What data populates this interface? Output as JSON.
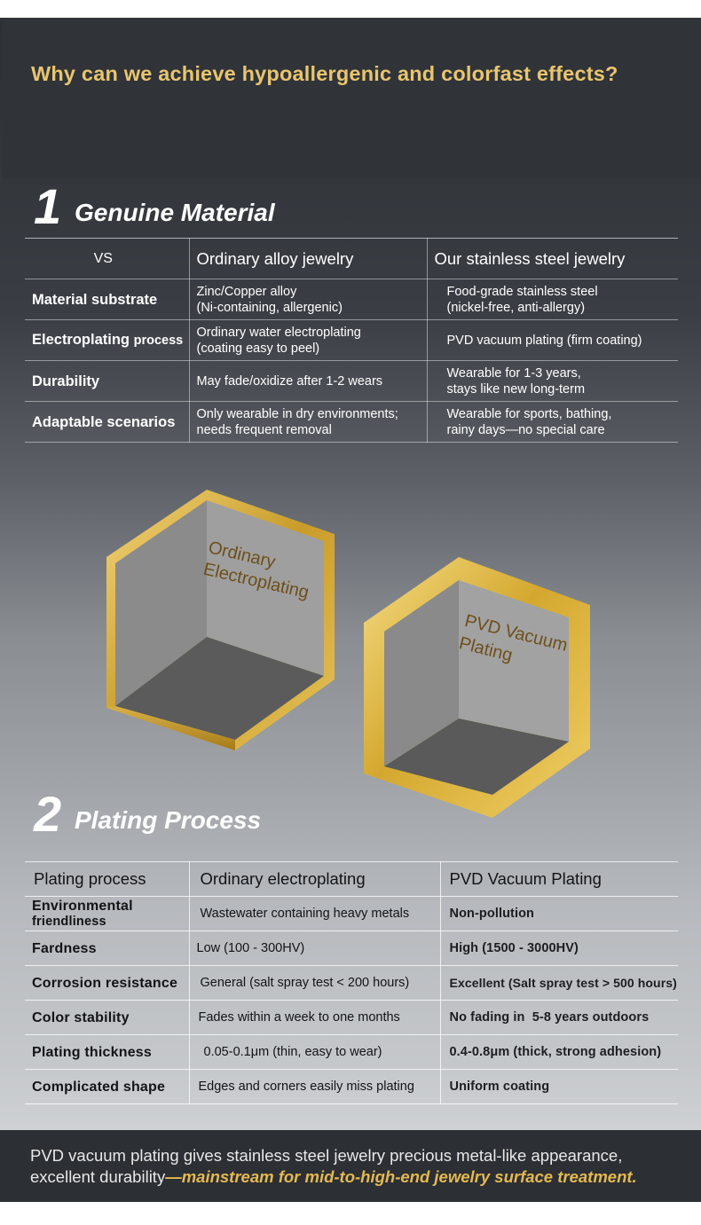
{
  "headline": "Why can we achieve hypoallergenic and colorfast effects?",
  "section1": {
    "number": "1",
    "title": "Genuine Material",
    "table": {
      "headers": [
        "VS",
        "Ordinary alloy jewelry",
        "Our stainless steel jewelry"
      ],
      "rows": [
        {
          "label": "Material substrate",
          "ordinary": [
            "Zinc/Copper alloy",
            "(Ni-containing, allergenic)"
          ],
          "ours": [
            "Food-grade stainless steel",
            "(nickel-free, anti-allergy)"
          ]
        },
        {
          "label": "Electroplating",
          "label_suffix": "process",
          "ordinary": [
            "Ordinary water electroplating",
            "(coating easy to peel)"
          ],
          "ours": [
            "PVD vacuum plating (firm coating)"
          ]
        },
        {
          "label": "Durability",
          "ordinary": [
            "May fade/oxidize after 1-2 wears"
          ],
          "ours": [
            "Wearable for 1-3 years,",
            "stays like new long-term"
          ]
        },
        {
          "label": "Adaptable scenarios",
          "ordinary": [
            "Only wearable in dry environments;",
            "needs frequent removal"
          ],
          "ours": [
            "Wearable for sports, bathing,",
            "rainy days—no special care"
          ]
        }
      ]
    }
  },
  "illustrations": {
    "ordinary": {
      "line1": "Ordinary",
      "line2": "Electroplating"
    },
    "pvd": {
      "line1": "PVD Vacuum",
      "line2": "Plating"
    }
  },
  "section2": {
    "number": "2",
    "title": "Plating Process",
    "table": {
      "headers": [
        "Plating process",
        "Ordinary electroplating",
        "PVD Vacuum Plating"
      ],
      "rows": [
        {
          "label": [
            "Environmental",
            "friendliness"
          ],
          "ordinary": "Wastewater containing heavy metals",
          "pvd": "Non-pollution"
        },
        {
          "label": [
            "Fardness"
          ],
          "ordinary": "Low (100 - 300HV)",
          "pvd": "High (1500 - 3000HV)"
        },
        {
          "label": [
            "Corrosion resistance"
          ],
          "ordinary": "General (salt spray test < 200 hours)",
          "pvd": "Excellent (Salt spray test > 500 hours)"
        },
        {
          "label": [
            "Color stability"
          ],
          "ordinary": "Fades within a week to one months",
          "pvd": "No fading in  5-8 years outdoors"
        },
        {
          "label": [
            "Plating thickness"
          ],
          "ordinary": " 0.05-0.1μm (thin, easy to wear)",
          "pvd": "0.4-0.8μm (thick, strong adhesion)"
        },
        {
          "label": [
            "Complicated shape"
          ],
          "ordinary": "Edges and corners easily miss plating",
          "pvd": "Uniform coating"
        }
      ]
    }
  },
  "footer": {
    "text": "PVD vacuum plating gives stainless steel jewelry precious metal-like appearance, excellent durability",
    "emphasis": "—mainstream for mid-to-high-end jewelry surface treatment."
  },
  "colors": {
    "gold": "#e8c56f",
    "dark": "#303338",
    "accent": "#e4b953"
  }
}
